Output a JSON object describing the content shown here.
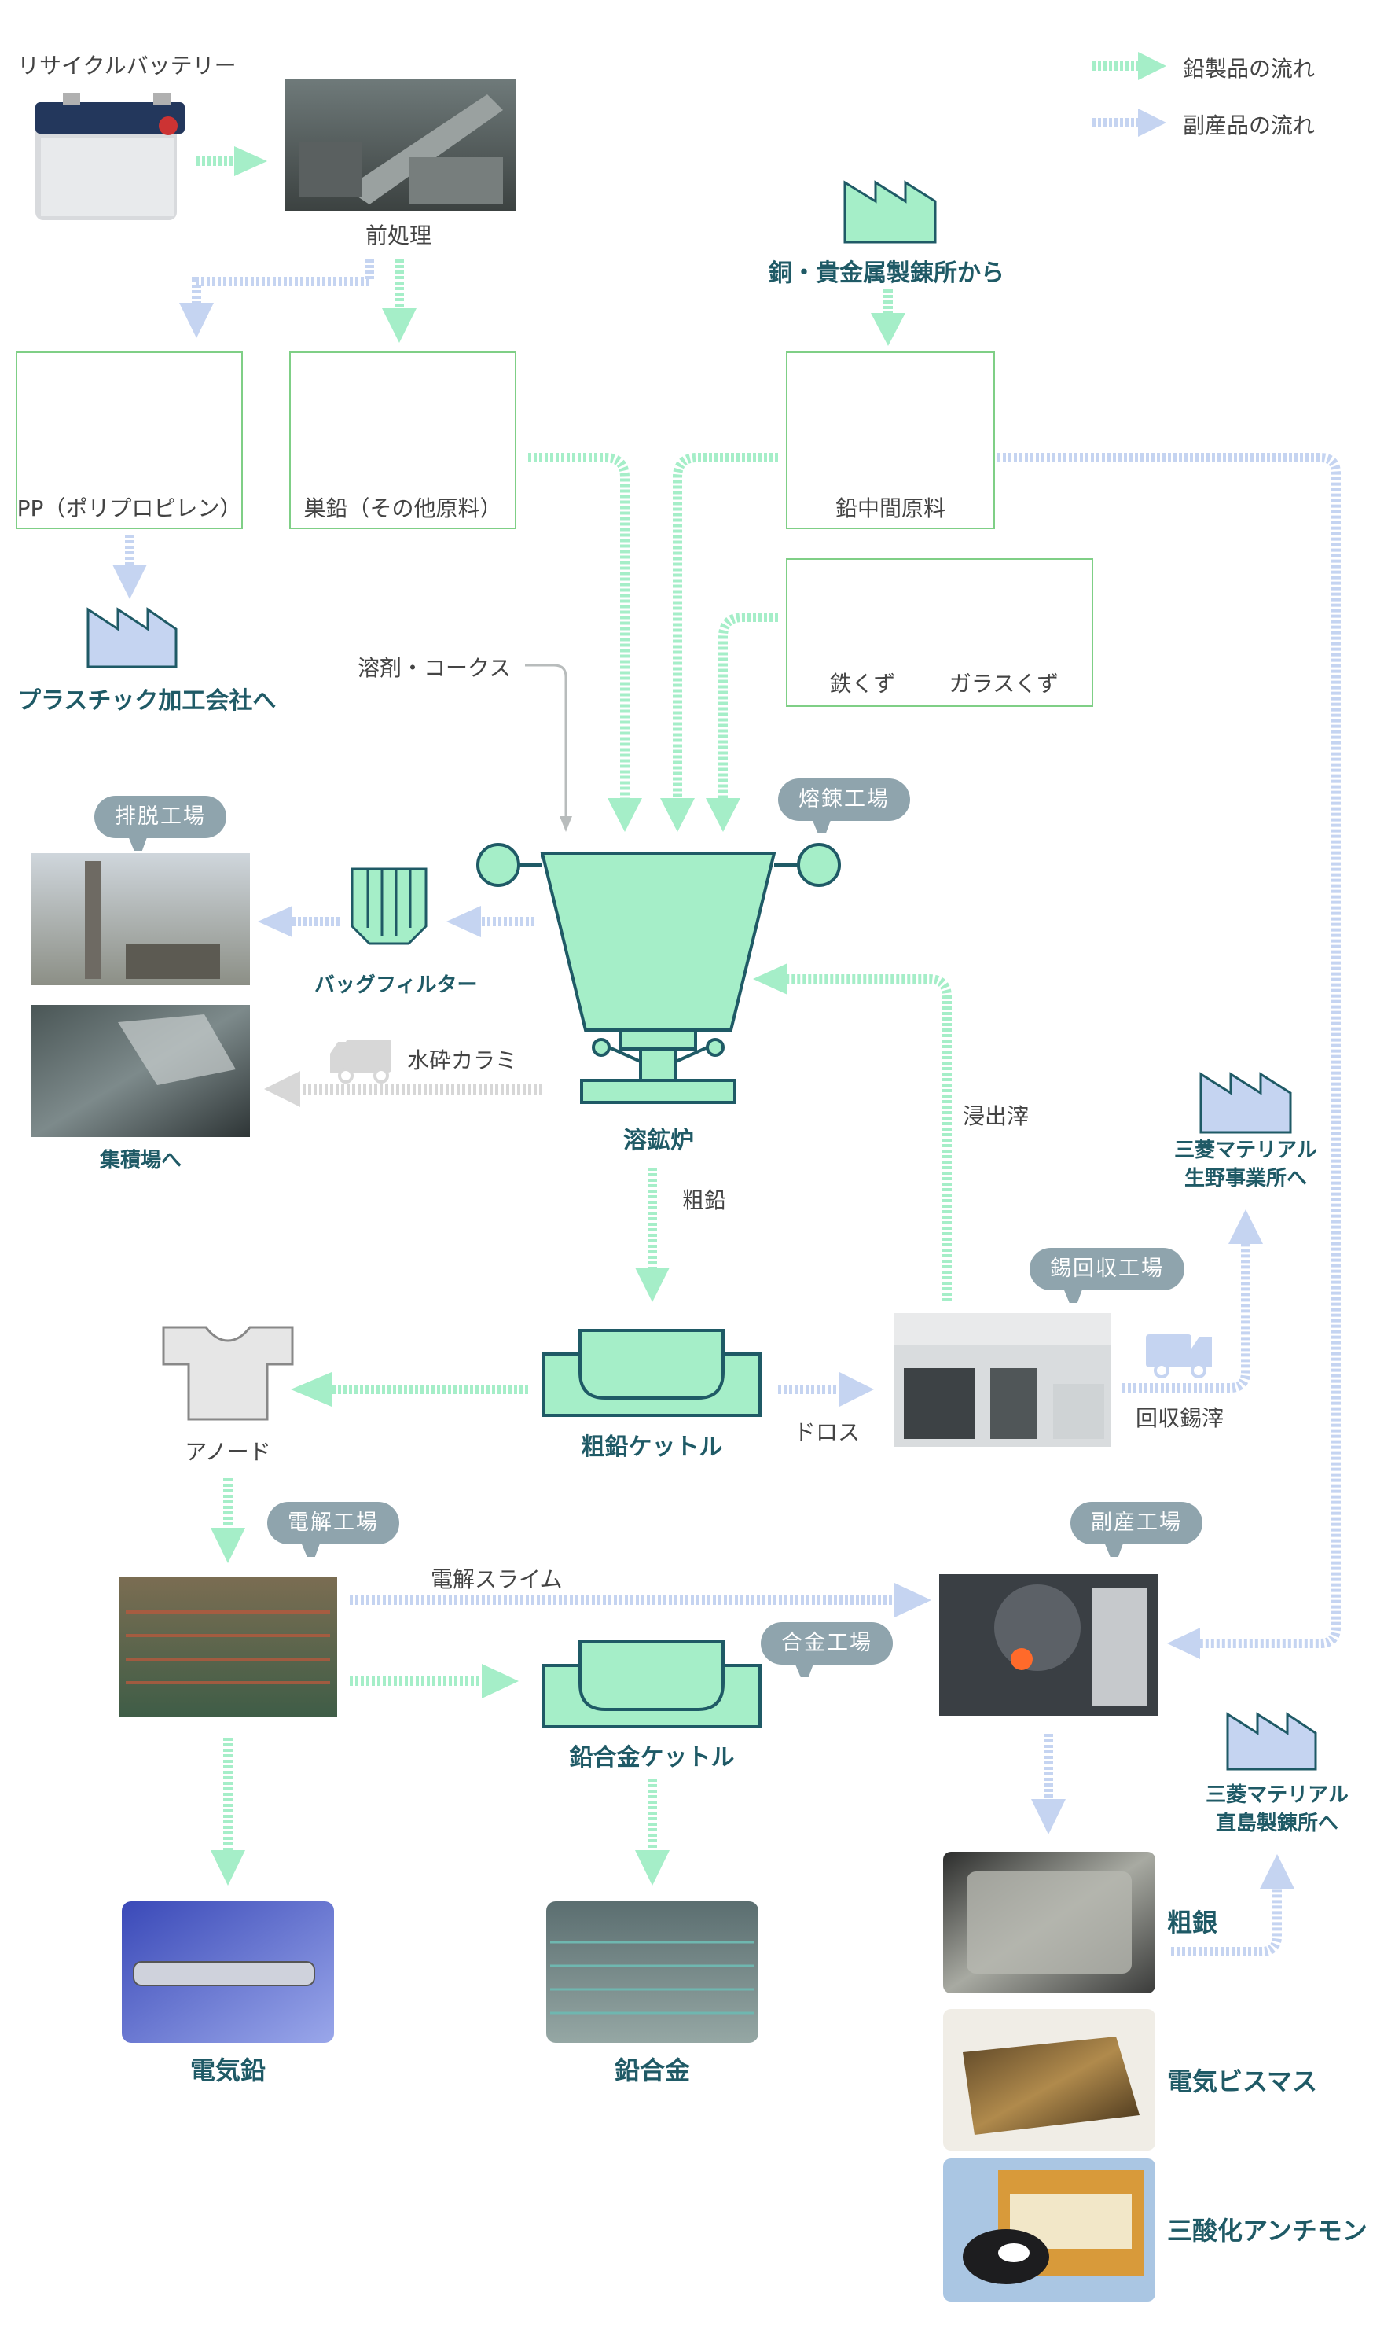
{
  "legend": {
    "main_flow": "鉛製品の流れ",
    "byproduct_flow": "副産品の流れ",
    "colors": {
      "main": "#a5eec8",
      "byproduct": "#c5d4f1",
      "outline_green": "#7fcf86",
      "dark_text": "#1f5a66"
    }
  },
  "inputs": {
    "recycle_battery": "リサイクルバッテリー",
    "pretreatment": "前処理",
    "pp": "PP（ポリプロピレン）",
    "nest_lead": "巣鉛（その他原料）",
    "plastic_company": "プラスチック加工会社へ",
    "copper_refinery": "銅・貴金属製錬所から",
    "lead_intermediate": "鉛中間原料",
    "iron_scrap": "鉄くず",
    "glass_scrap": "ガラスくず",
    "flux_coke": "溶剤・コークス"
  },
  "smelting": {
    "tag": "熔錬工場",
    "furnace": "溶鉱炉",
    "bag_filter": "バッグフィルター",
    "exhaust_tag": "排脱工場",
    "water_slag": "水砕カラミ",
    "to_yard": "集積場へ",
    "leach_residue": "浸出滓",
    "crude_lead": "粗鉛"
  },
  "kettle": {
    "crude_kettle": "粗鉛ケットル",
    "anode": "アノード",
    "dross": "ドロス",
    "tin_tag": "錫回収工場",
    "recovered_tin": "回収錫滓",
    "ikuno": "三菱マテリアル\n生野事業所へ"
  },
  "electrolysis": {
    "tag": "電解工場",
    "slime": "電解スライム",
    "byproduct_tag": "副産工場",
    "alloy_tag": "合金工場",
    "alloy_kettle": "鉛合金ケットル",
    "naoshima": "三菱マテリアル\n直島製錬所へ"
  },
  "products": {
    "electric_lead": "電気鉛",
    "lead_alloy": "鉛合金",
    "crude_silver": "粗銀",
    "bismuth": "電気ビスマス",
    "antimony": "三酸化アンチモン"
  }
}
